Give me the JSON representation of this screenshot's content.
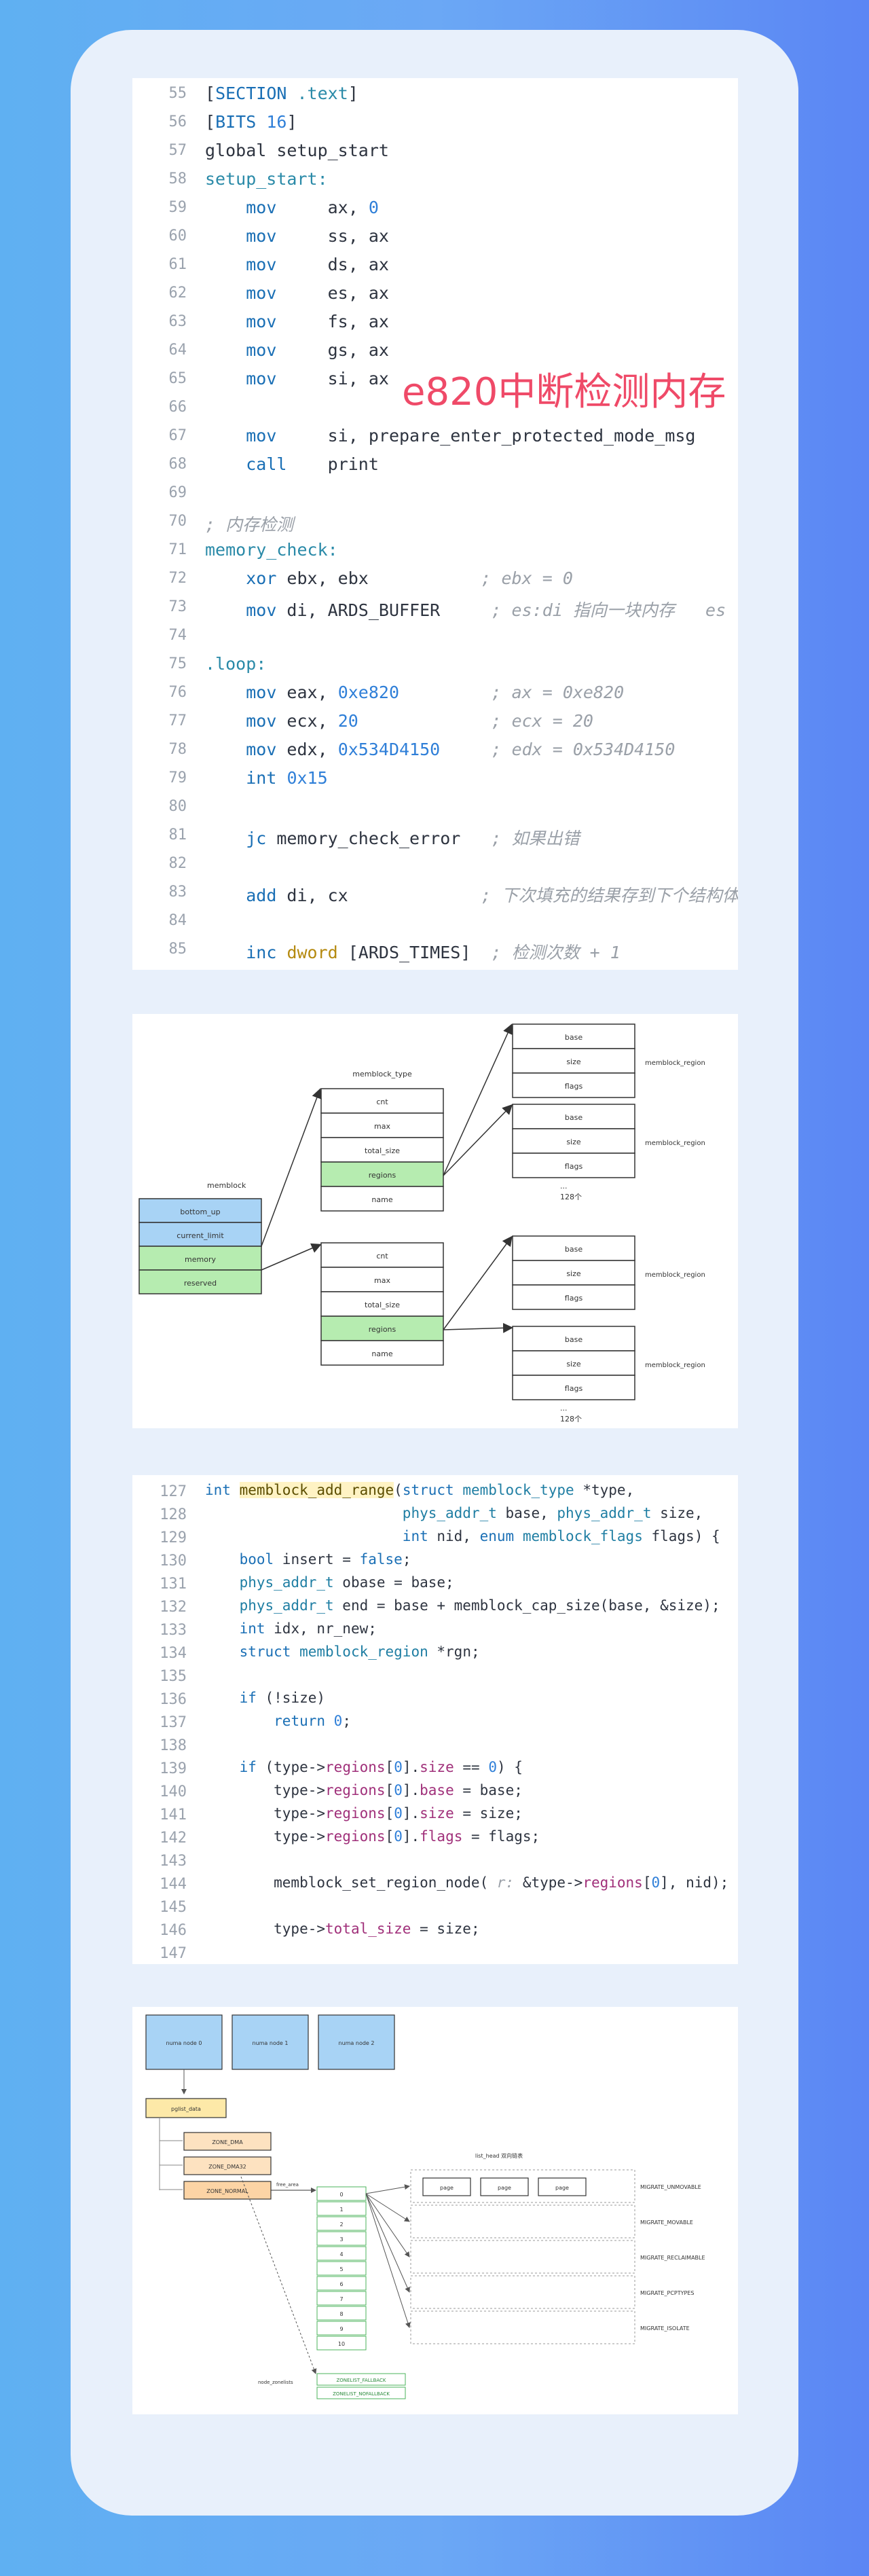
{
  "panel1": {
    "lines": [
      {
        "n": "55",
        "html": "[<span class='kw'>SECTION</span> <span class='lbl'>.text</span>]"
      },
      {
        "n": "56",
        "html": "[<span class='kw'>BITS</span> <span class='num'>16</span>]"
      },
      {
        "n": "57",
        "html": "global setup_start"
      },
      {
        "n": "58",
        "html": "<span class='lbl'>setup_start:</span>"
      },
      {
        "n": "59",
        "html": "    <span class='kw'>mov</span>     ax, <span class='num'>0</span>"
      },
      {
        "n": "60",
        "html": "    <span class='kw'>mov</span>     ss, ax"
      },
      {
        "n": "61",
        "html": "    <span class='kw'>mov</span>     ds, ax"
      },
      {
        "n": "62",
        "html": "    <span class='kw'>mov</span>     es, ax"
      },
      {
        "n": "63",
        "html": "    <span class='kw'>mov</span>     fs, ax"
      },
      {
        "n": "64",
        "html": "    <span class='kw'>mov</span>     gs, ax"
      },
      {
        "n": "65",
        "html": "    <span class='kw'>mov</span>     si, ax"
      },
      {
        "n": "66",
        "html": ""
      },
      {
        "n": "67",
        "html": "    <span class='kw'>mov</span>     si, prepare_enter_protected_mode_msg"
      },
      {
        "n": "68",
        "html": "    <span class='kw'>call</span>    print"
      },
      {
        "n": "69",
        "html": ""
      },
      {
        "n": "70",
        "html": "<span class='cm'>; 内存检测</span>"
      },
      {
        "n": "71",
        "html": "<span class='lbl'>memory_check:</span>"
      },
      {
        "n": "72",
        "html": "    <span class='kw'>xor</span> ebx, ebx           <span class='cm'>; ebx = 0</span>"
      },
      {
        "n": "73",
        "html": "    <span class='kw'>mov</span> di, ARDS_BUFFER     <span class='cm'>; es:di 指向一块内存   es</span>"
      },
      {
        "n": "74",
        "html": ""
      },
      {
        "n": "75",
        "html": "<span class='lbl'>.loop:</span>"
      },
      {
        "n": "76",
        "html": "    <span class='kw'>mov</span> eax, <span class='num'>0xe820</span>         <span class='cm'>; ax = 0xe820</span>"
      },
      {
        "n": "77",
        "html": "    <span class='kw'>mov</span> ecx, <span class='num'>20</span>             <span class='cm'>; ecx = 20</span>"
      },
      {
        "n": "78",
        "html": "    <span class='kw'>mov</span> edx, <span class='num'>0x534D4150</span>     <span class='cm'>; edx = 0x534D4150</span>"
      },
      {
        "n": "79",
        "html": "    <span class='kw'>int</span> <span class='num'>0x15</span>"
      },
      {
        "n": "80",
        "html": ""
      },
      {
        "n": "81",
        "html": "    <span class='kw'>jc</span> memory_check_error   <span class='cm'>; 如果出错</span>"
      },
      {
        "n": "82",
        "html": ""
      },
      {
        "n": "83",
        "html": "    <span class='kw'>add</span> di, cx             <span class='cm'>; 下次填充的结果存到下个结构体</span>"
      },
      {
        "n": "84",
        "html": ""
      },
      {
        "n": "85",
        "html": "    <span class='kw'>inc</span> <span class='yl'>dword</span> [ARDS_TIMES]  <span class='cm'>; 检测次数 + 1</span>"
      }
    ],
    "overlay_title": "e820中断检测内存"
  },
  "panel2": {
    "memblock_label": "memblock",
    "memblock_fields": [
      "bottom_up",
      "current_limit",
      "memory",
      "reserved"
    ],
    "type_label": "memblock_type",
    "type_fields": [
      "cnt",
      "max",
      "total_size",
      "regions",
      "name"
    ],
    "region_fields": [
      "base",
      "size",
      "flags"
    ],
    "region_label": "memblock_region",
    "count_label": "128个",
    "dots": "..."
  },
  "panel3": {
    "lines": [
      {
        "n": "127",
        "html": "<span class='kw'>int</span> <span class='fn'>memblock_add_range</span>(<span class='kw'>struct</span> <span class='ty'>memblock_type</span> *type,"
      },
      {
        "n": "128",
        "html": "                       <span class='ty'>phys_addr_t</span> base, <span class='ty'>phys_addr_t</span> size,"
      },
      {
        "n": "129",
        "html": "                       <span class='kw'>int</span> nid, <span class='kw'>enum</span> <span class='ty'>memblock_flags</span> flags) {"
      },
      {
        "n": "130",
        "html": "    <span class='kw'>bool</span> insert = <span class='kw'>false</span>;"
      },
      {
        "n": "131",
        "html": "    <span class='ty'>phys_addr_t</span> obase = base;"
      },
      {
        "n": "132",
        "html": "    <span class='ty'>phys_addr_t</span> end = base + memblock_cap_size(base, &amp;size);"
      },
      {
        "n": "133",
        "html": "    <span class='kw'>int</span> idx, nr_new;"
      },
      {
        "n": "134",
        "html": "    <span class='kw'>struct</span> <span class='ty'>memblock_region</span> *rgn;"
      },
      {
        "n": "135",
        "html": ""
      },
      {
        "n": "136",
        "html": "    <span class='kw'>if</span> (!size)"
      },
      {
        "n": "137",
        "html": "        <span class='kw'>return</span> <span class='num'>0</span>;"
      },
      {
        "n": "138",
        "html": ""
      },
      {
        "n": "139",
        "html": "    <span class='kw'>if</span> (type-&gt;<span class='field'>regions</span>[<span class='num'>0</span>].<span class='field'>size</span> == <span class='num'>0</span>) {"
      },
      {
        "n": "140",
        "html": "        type-&gt;<span class='field'>regions</span>[<span class='num'>0</span>].<span class='field'>base</span> = base;"
      },
      {
        "n": "141",
        "html": "        type-&gt;<span class='field'>regions</span>[<span class='num'>0</span>].<span class='field'>size</span> = size;"
      },
      {
        "n": "142",
        "html": "        type-&gt;<span class='field'>regions</span>[<span class='num'>0</span>].<span class='field'>flags</span> = flags;"
      },
      {
        "n": "143",
        "html": ""
      },
      {
        "n": "144",
        "html": "        memblock_set_region_node( <span class='cm'>r:</span> &amp;type-&gt;<span class='field'>regions</span>[<span class='num'>0</span>], nid);"
      },
      {
        "n": "145",
        "html": ""
      },
      {
        "n": "146",
        "html": "        type-&gt;<span class='field'>total_size</span> = size;"
      },
      {
        "n": "147",
        "html": ""
      }
    ]
  },
  "panel4": {
    "nodes": [
      "numa node 0",
      "numa node 1",
      "numa node 2"
    ],
    "pglist": "pglist_data",
    "zones": [
      "ZONE_DMA",
      "ZONE_DMA32",
      "ZONE_NORMAL"
    ],
    "free_area": "free_area",
    "free_list_title": "list_head 双向链表",
    "orders": [
      "0",
      "1",
      "2",
      "3",
      "4",
      "5",
      "6",
      "7",
      "8",
      "9",
      "10"
    ],
    "pages": [
      "page",
      "page",
      "page"
    ],
    "migrate": [
      "MIGRATE_UNMOVABLE",
      "MIGRATE_MOVABLE",
      "MIGRATE_RECLAIMABLE",
      "MIGRATE_PCPTYPES",
      "MIGRATE_ISOLATE"
    ],
    "bottom_left": "node_zonelists",
    "bottom_items": [
      "ZONELIST_FALLBACK",
      "ZONELIST_NOFALLBACK"
    ]
  }
}
